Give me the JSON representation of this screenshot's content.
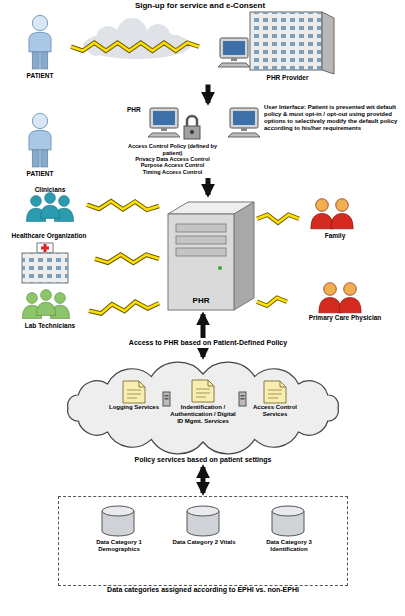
{
  "diagram": {
    "title": "Sign-up for service and e-Consent",
    "nodes": [
      {
        "text": [
          "PATIENT"
        ]
      },
      {
        "text": [
          "PHR Provider"
        ]
      },
      {
        "text": [
          "PATIENT"
        ]
      },
      {
        "text": [
          "PHR",
          "Access Control Policy (defined by patient)",
          "Privacy Data Access Control",
          "Purpose Access Control",
          "Timing Access Control"
        ]
      },
      {
        "text": [
          "User Interface: Patient is presented wit default policy & must opt-in / opt-out using provided options to selectively modify the default policy according to his/her requirements"
        ]
      },
      {
        "text": [
          "Clinicians"
        ]
      },
      {
        "text": [
          "Healthcare Organization"
        ]
      },
      {
        "text": [
          "Lab Technicians"
        ]
      },
      {
        "text": [
          "PHR"
        ]
      },
      {
        "text": [
          "Family"
        ]
      },
      {
        "text": [
          "Primary Care Physician"
        ]
      },
      {
        "text": [
          "Policy services based on patient settings"
        ]
      },
      {
        "text": [
          "Logging Services"
        ],
        "in": 11
      },
      {
        "text": [
          "Indentification / Authentication / Digital ID Mgmt. Services"
        ],
        "in": 11
      },
      {
        "text": [
          "Access Control Services"
        ],
        "in": 11
      },
      {
        "text": [
          "Data categories assigned according to EPHI vs. non-EPHI"
        ]
      },
      {
        "text": [
          "Data Category 1 Demographics"
        ],
        "in": 15
      },
      {
        "text": [
          "Data Category 2 Vitals"
        ],
        "in": 15
      },
      {
        "text": [
          "Data Category 3 Identification"
        ],
        "in": 15
      }
    ],
    "edges": [
      {
        "from": 0,
        "to": 1,
        "arrow": "none"
      },
      {
        "from": 1,
        "to": 3,
        "arrow": "to"
      },
      {
        "from": 3,
        "to": 8,
        "arrow": "to"
      },
      {
        "from": 5,
        "to": 8,
        "arrow": "none"
      },
      {
        "from": 6,
        "to": 8,
        "arrow": "none"
      },
      {
        "from": 7,
        "to": 8,
        "arrow": "none"
      },
      {
        "from": 8,
        "to": 11,
        "arrow": "both"
      },
      {
        "from": 9,
        "to": 8,
        "arrow": "none"
      },
      {
        "from": 10,
        "to": 8,
        "arrow": "none"
      },
      {
        "from": 11,
        "to": 15,
        "arrow": "both"
      }
    ],
    "labels": [
      "Access to PHR based on Patient-Defined Policy"
    ]
  }
}
